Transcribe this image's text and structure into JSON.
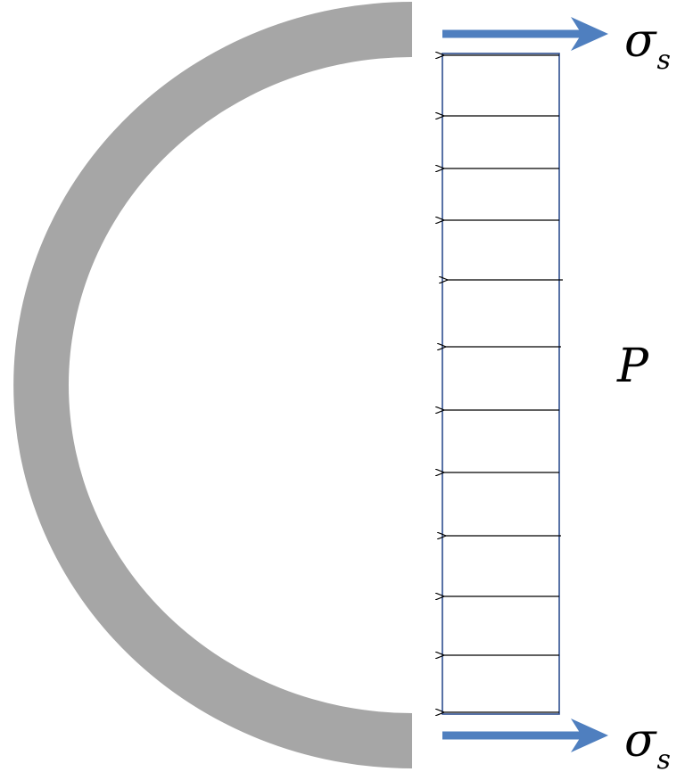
{
  "labels": {
    "stress_symbol": "σ",
    "stress_subscript": "s",
    "pressure_symbol": "P"
  },
  "colors": {
    "shell": "#a6a6a6",
    "stress_arrow": "#4f7fbf",
    "pressure_box": "#2f4f8f",
    "pressure_arrow": "#000000"
  }
}
